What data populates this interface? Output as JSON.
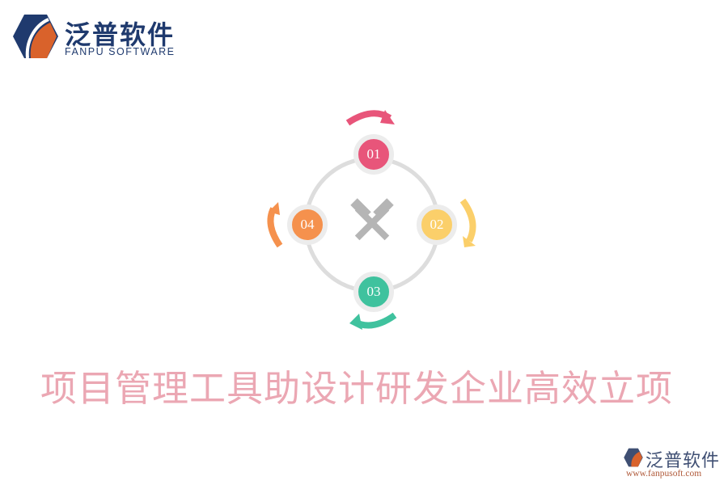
{
  "brand": {
    "name_cn": "泛普软件",
    "name_en": "FANPU SOFTWARE",
    "logo_icon": "fanpu-hexagon-logo",
    "colors": {
      "navy": "#1f3a6e",
      "orange": "#d9622b"
    }
  },
  "diagram": {
    "center_icon": "crossed-hammers-icon",
    "ring_color": "#dddddd",
    "steps": [
      {
        "label": "01",
        "color": "#e8557a"
      },
      {
        "label": "02",
        "color": "#fbcf6a"
      },
      {
        "label": "03",
        "color": "#3fc29e"
      },
      {
        "label": "04",
        "color": "#f5914d"
      }
    ]
  },
  "headline": "项目管理工具助设计研发企业高效立项",
  "watermark": {
    "name_cn": "泛普软件",
    "url": "www.fanpusoft.com"
  }
}
